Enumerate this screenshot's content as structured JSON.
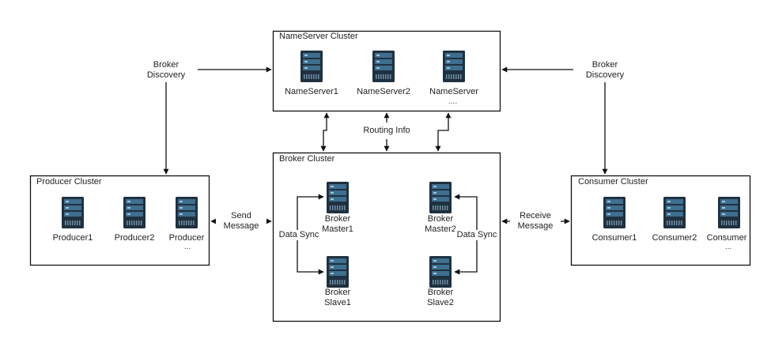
{
  "colors": {
    "line": "#111111",
    "server_dark": "#1f3140",
    "server_screen": "#3f6f8f"
  },
  "clusters": {
    "nameserver": {
      "title": "NameServer Cluster",
      "nodes": [
        "NameServer1",
        "NameServer2",
        "NameServer"
      ],
      "ellipsis": "...."
    },
    "broker": {
      "title": "Broker Cluster"
    },
    "producer": {
      "title": "Producer Cluster",
      "nodes": [
        "Producer1",
        "Producer2",
        "Producer"
      ],
      "ellipsis": "..."
    },
    "consumer": {
      "title": "Consumer Cluster",
      "nodes": [
        "Consumer1",
        "Consumer2",
        "Consumer"
      ],
      "ellipsis": "..."
    }
  },
  "brokers": {
    "master1": [
      "Broker",
      "Master1"
    ],
    "master2": [
      "Broker",
      "Master2"
    ],
    "slave1": [
      "Broker",
      "Slave1"
    ],
    "slave2": [
      "Broker",
      "Slave2"
    ]
  },
  "edges": {
    "broker_discovery_left": [
      "Broker",
      "Discovery"
    ],
    "broker_discovery_right": [
      "Broker",
      "Discovery"
    ],
    "routing_info": "Routing Info",
    "send_message": [
      "Send",
      "Message"
    ],
    "receive_message": [
      "Receive",
      "Message"
    ],
    "data_sync_left": "Data Sync",
    "data_sync_right": "Data Sync"
  },
  "icons": {
    "server": "server-icon"
  }
}
